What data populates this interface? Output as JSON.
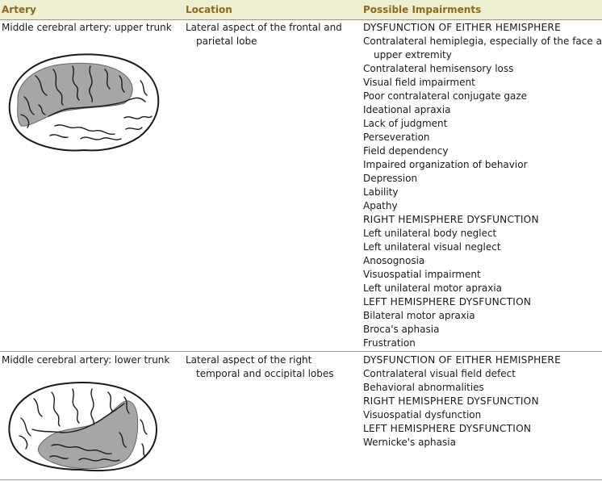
{
  "headers": {
    "artery": "Artery",
    "location": "Location",
    "impairments": "Possible Impairments"
  },
  "rows": [
    {
      "artery": "Middle cerebral artery: upper trunk",
      "location": [
        "Lateral aspect of the frontal and",
        "parietal lobe"
      ],
      "impairments": [
        "DYSFUNCTION OF EITHER HEMISPHERE",
        "Contralateral hemiplegia, especially of the face and",
        "upper extremity",
        "Contralateral hemisensory loss",
        "Visual field impairment",
        "Poor contralateral conjugate gaze",
        "Ideational apraxia",
        "Lack of judgment",
        "Perseveration",
        "Field dependency",
        "Impaired organization of behavior",
        "Depression",
        "Lability",
        "Apathy",
        "RIGHT HEMISPHERE DYSFUNCTION",
        "Left unilateral body neglect",
        "Left unilateral visual neglect",
        "Anosognosia",
        "Visuospatial impairment",
        "Left unilateral motor apraxia",
        "LEFT HEMISPHERE DYSFUNCTION",
        "Bilateral motor apraxia",
        "Broca's aphasia",
        "Frustration"
      ]
    },
    {
      "artery": "Middle cerebral artery: lower trunk",
      "location": [
        "Lateral aspect of the right",
        "temporal and occipital lobes"
      ],
      "impairments": [
        "DYSFUNCTION OF EITHER HEMISPHERE",
        "Contralateral visual field defect",
        "Behavioral abnormalities",
        "RIGHT HEMISPHERE DYSFUNCTION",
        "Visuospatial dysfunction",
        "LEFT HEMISPHERE DYSFUNCTION",
        "Wernicke's aphasia"
      ]
    }
  ],
  "colors": {
    "header_bg": "#eeeed2",
    "header_text": "#8a6a1e",
    "shading": "#a6a6a6"
  }
}
